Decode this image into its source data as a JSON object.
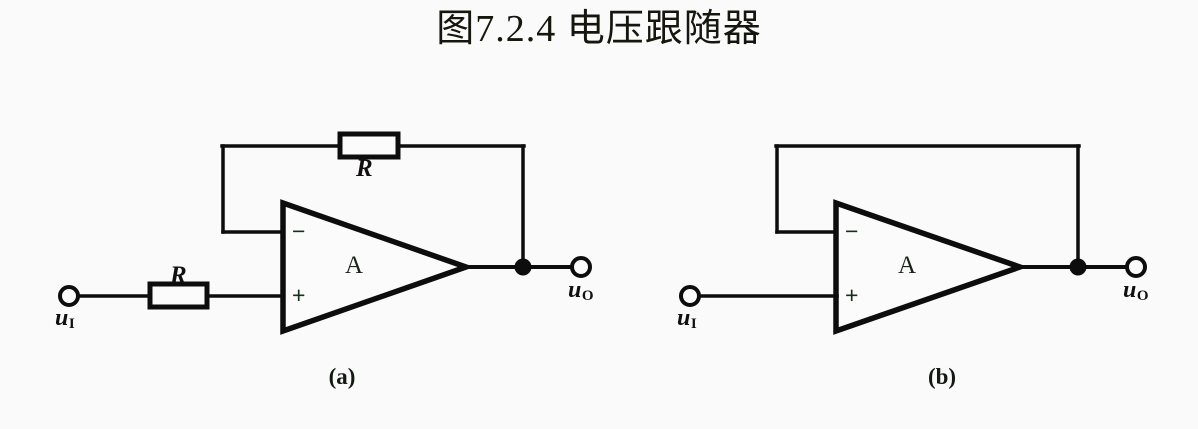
{
  "figure": {
    "title": "图7.2.4 电压跟随器",
    "stroke_color": "#0d0d0d",
    "background_color": "#fafafa"
  },
  "circuits": [
    {
      "caption": "(a)",
      "amplifier_label": "A",
      "inverting_sign": "−",
      "noninverting_sign": "+",
      "input_terminal_label_main": "u",
      "input_terminal_label_sub": "I",
      "output_terminal_label_main": "u",
      "output_terminal_label_sub": "O",
      "feedback_resistor_label": "R",
      "input_resistor_label": "R"
    },
    {
      "caption": "(b)",
      "amplifier_label": "A",
      "inverting_sign": "−",
      "noninverting_sign": "+",
      "input_terminal_label_main": "u",
      "input_terminal_label_sub": "I",
      "output_terminal_label_main": "u",
      "output_terminal_label_sub": "O"
    }
  ]
}
